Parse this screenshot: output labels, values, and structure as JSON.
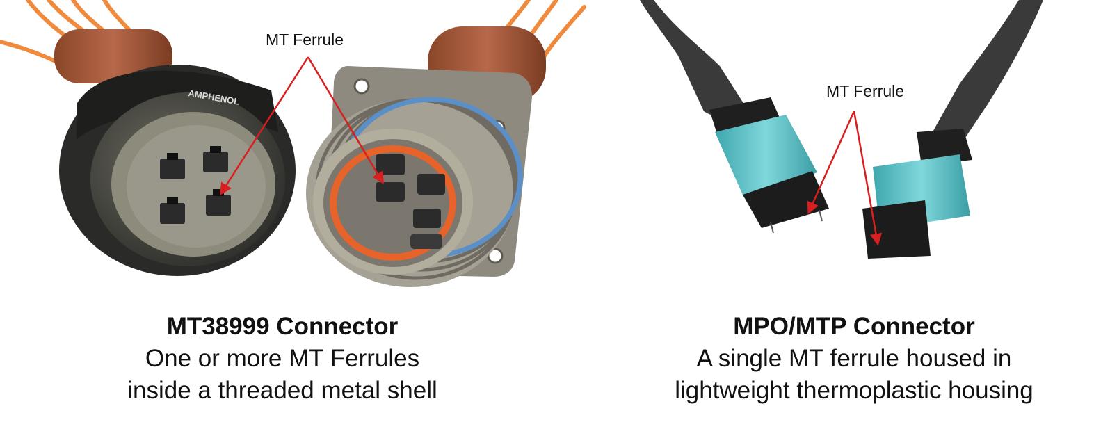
{
  "callouts": {
    "left": "MT Ferrule",
    "right": "MT Ferrule"
  },
  "left_caption": {
    "title": "MT38999 Connector",
    "line1": "One or more MT Ferrules",
    "line2": "inside a threaded metal shell"
  },
  "right_caption": {
    "title": "MPO/MTP Connector",
    "line1": "A single MT ferrule housed in",
    "line2": "lightweight thermoplastic housing"
  },
  "logo_text": "AMPHENOL",
  "colors": {
    "arrow": "#d81e1e",
    "fiber": "#f08a3c",
    "boot_brown": "#a65a3a",
    "aqua": "#58c2c8",
    "cable": "#3a3a3a",
    "metal": "#8e8a80"
  }
}
